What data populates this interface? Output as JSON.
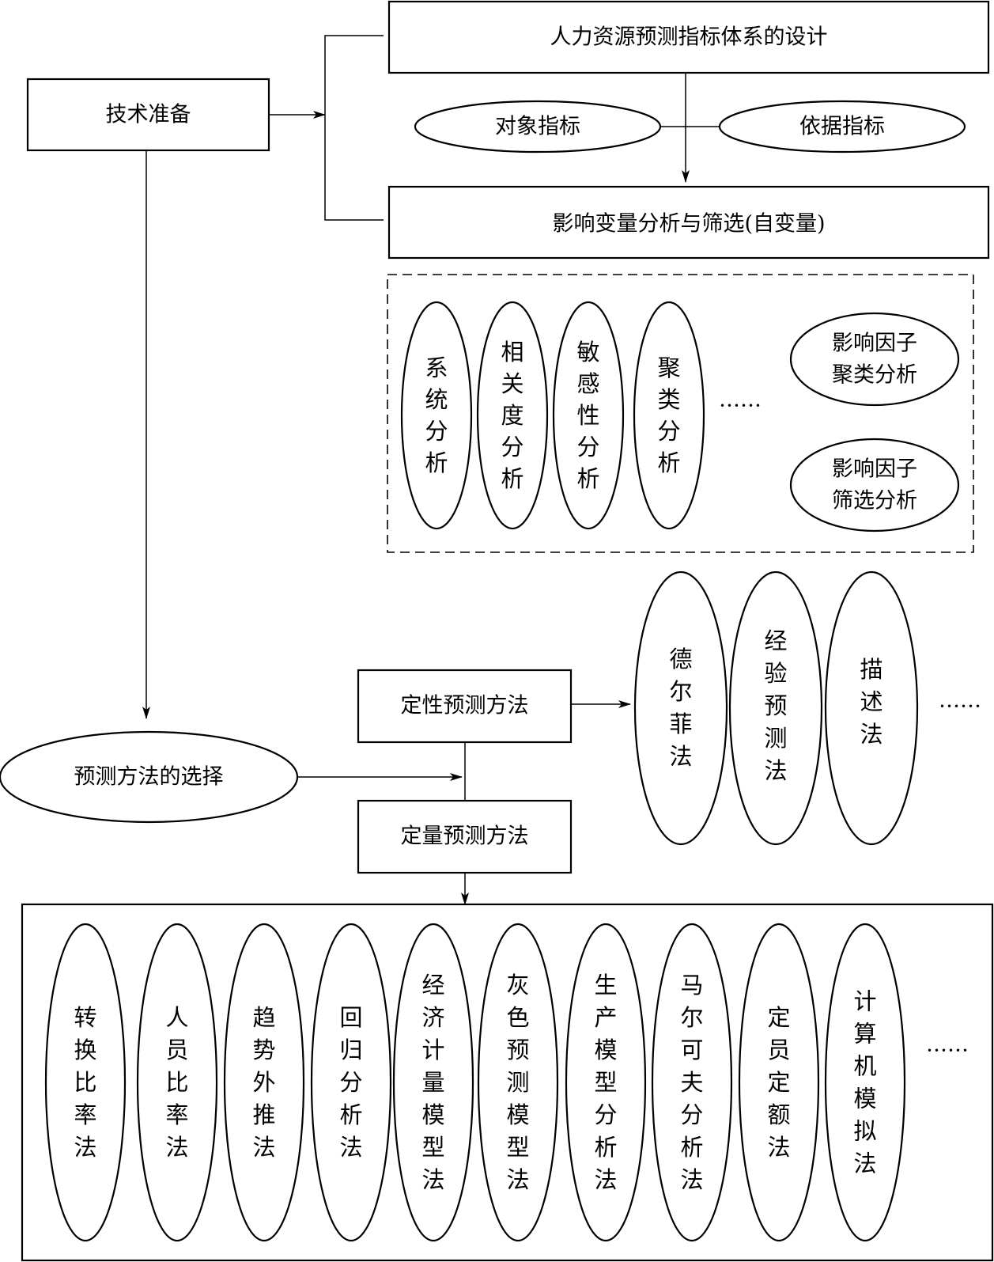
{
  "boxes": {
    "tech_prep": "技术准备",
    "index_design": "人力资源预测指标体系的设计",
    "variable_analysis": "影响变量分析与筛选(自变量)",
    "qualitative": "定性预测方法",
    "quantitative": "定量预测方法"
  },
  "indicators": {
    "object": "对象指标",
    "basis": "依据指标"
  },
  "analysis_methods": [
    "系统分析",
    "相关度分析",
    "敏感性分析",
    "聚类分析"
  ],
  "factor_methods": [
    [
      "影响因子",
      "聚类分析"
    ],
    [
      "影响因子",
      "筛选分析"
    ]
  ],
  "method_selection": "预测方法的选择",
  "qualitative_methods": [
    "德尔菲法",
    "经验预测法",
    "描述法"
  ],
  "quantitative_methods": [
    "转换比率法",
    "人员比率法",
    "趋势外推法",
    "回归分析法",
    "经济计量模型法",
    "灰色预测模型法",
    "生产模型分析法",
    "马尔可夫分析法",
    "定员定额法",
    "计算机模拟法"
  ],
  "ellipsis": "……"
}
